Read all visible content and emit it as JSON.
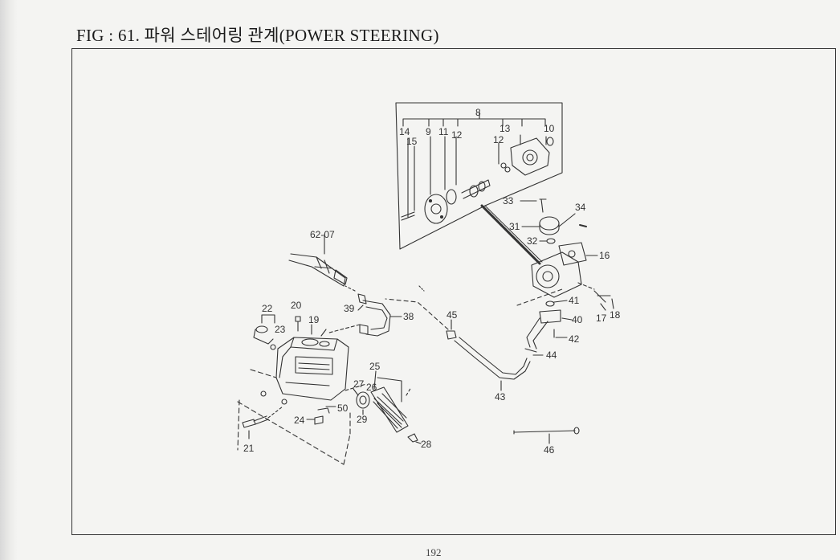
{
  "title": "FIG : 61. 파워 스테어링 관계(POWER STEERING)",
  "page_number": "192",
  "callouts": {
    "c8": "8",
    "c14": "14",
    "c15": "15",
    "c9": "9",
    "c11": "11",
    "c12a": "12",
    "c13": "13",
    "c12b": "12",
    "c10": "10",
    "c33": "33",
    "c34": "34",
    "c31": "31",
    "c32": "32",
    "c16": "16",
    "c41": "41",
    "c40": "40",
    "c42": "42",
    "c44": "44",
    "c17": "17",
    "c18": "18",
    "c6207": "62-07",
    "c22": "22",
    "c20": "20",
    "c23": "23",
    "c19": "19",
    "c39": "39",
    "c38": "38",
    "c45": "45",
    "c43": "43",
    "c25": "25",
    "c27": "27",
    "c26": "26",
    "c50": "50",
    "c29": "29",
    "c24": "24",
    "c21": "21",
    "c28": "28",
    "c46": "46"
  }
}
